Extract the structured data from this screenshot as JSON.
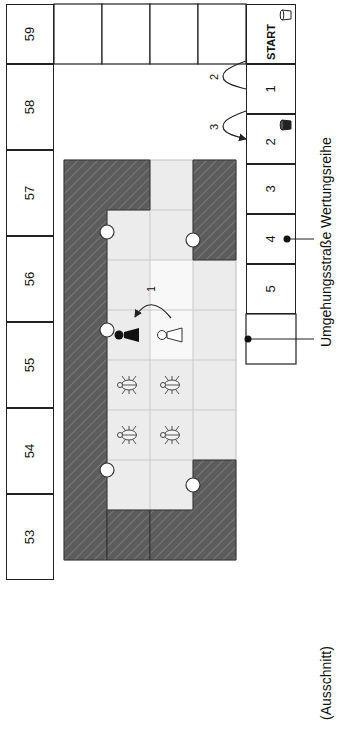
{
  "diagram": {
    "nodes": [
      {
        "text": [
          "START"
        ]
      },
      {
        "text": [
          "1"
        ]
      },
      {
        "text": [
          "2"
        ]
      },
      {
        "text": [
          "3"
        ]
      },
      {
        "text": [
          "4"
        ]
      },
      {
        "text": [
          "5"
        ]
      },
      {
        "text": [
          "59"
        ]
      },
      {
        "text": [
          "58"
        ]
      },
      {
        "text": [
          "57"
        ]
      },
      {
        "text": [
          "56"
        ]
      },
      {
        "text": [
          "55"
        ]
      },
      {
        "text": [
          "54"
        ]
      },
      {
        "text": [
          "53"
        ]
      }
    ],
    "edges": [
      {
        "from": 0,
        "to": 1,
        "label": "2",
        "arrow": "none"
      },
      {
        "from": 1,
        "to": 2,
        "label": "3",
        "arrow": "to"
      }
    ],
    "labels": [
      "1",
      "Wertungsreihe",
      "Umgehungsstraße",
      "(Ausschnitt)"
    ]
  }
}
